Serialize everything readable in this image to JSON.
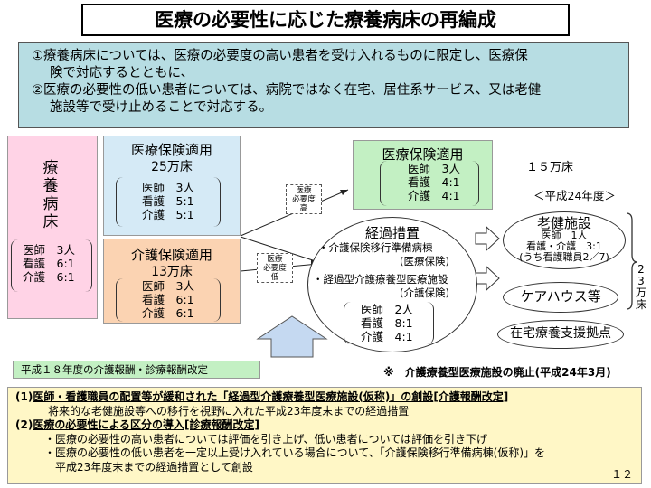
{
  "title": "医療の必要性に応じた療養病床の再編成",
  "summary": {
    "line1": "①療養病床については、医療の必要度の高い患者を受け入れるものに限定し、医療保",
    "line1b": "険で対応するとともに、",
    "line2": "②医療の必要性の低い患者については、病院ではなく在宅、居住系サービス、又は老健",
    "line2b": "施設等で受け止めることで対応する。"
  },
  "current": {
    "label_chars": [
      "療",
      "養",
      "病",
      "床"
    ],
    "staff": [
      "医師　3人",
      "看護　6:1",
      "介護　6:1"
    ]
  },
  "medical_insurance": {
    "title": "医療保険適用",
    "beds": "25万床",
    "staff": [
      "医師　3人",
      "看護　5:1",
      "介護　5:1"
    ]
  },
  "care_insurance": {
    "title": "介護保険適用",
    "beds": "13万床",
    "staff": [
      "医師　3人",
      "看護　6:1",
      "介護　6:1"
    ]
  },
  "tags": {
    "high": [
      "医療",
      "必要度",
      "高"
    ],
    "low": [
      "医療",
      "必要度",
      "低"
    ]
  },
  "future_medical": {
    "title": "医療保険適用",
    "staff": [
      "医師　3人",
      "看護　4:1",
      "介護　4:1"
    ],
    "beds": "１５万床"
  },
  "heisei24": "＜平成24年度＞",
  "transition": {
    "title": "経過措置",
    "item1": "・介護保険移行準備病棟",
    "item1b": "(医療保険)",
    "item2": "・経過型介護療養型医療施設",
    "item2b": "(介護保険)",
    "staff": [
      "医師　2人",
      "看護　8:1",
      "介護　4:1"
    ]
  },
  "roken": {
    "title": "老健施設",
    "line1": "医師　1人",
    "line2": "看護・介護　3:1",
    "line3": "(うち看護職員2／7)"
  },
  "carehouse": "ケアハウス等",
  "home_care": "在宅療養支援拠点",
  "total_beds": [
    "2",
    "3",
    "万",
    "床"
  ],
  "revision_note": "平成１８年度の介護報酬・診療報酬改定",
  "abolition_note": "※　介護療養型医療施設の廃止(平成24年3月)",
  "details": {
    "h1_prefix": "(1)",
    "h1_u1": "医師・看護職員の配置等が緩和された「経過型介護療養型医療施設(仮称)」の創設",
    "h1_tail": "[介護報酬改定]",
    "h1_sub": "将来的な老健施設等への移行を視野に入れた平成23年度末までの経過措置",
    "h2_prefix": "(2)",
    "h2_u1": "医療の必要性による区分の導入",
    "h2_tail": "[診療報酬改定]",
    "h2_sub1": "・医療の必要性の高い患者については評価を引き上げ、低い患者については評価を引き下げ",
    "h2_sub2": "・医療の必要性の低い患者を一定以上受け入れている場合について、「介護保険移行準備病棟(仮称)」を",
    "h2_sub2b": "平成23年度末までの経過措置として創設"
  },
  "page_number": "１２"
}
